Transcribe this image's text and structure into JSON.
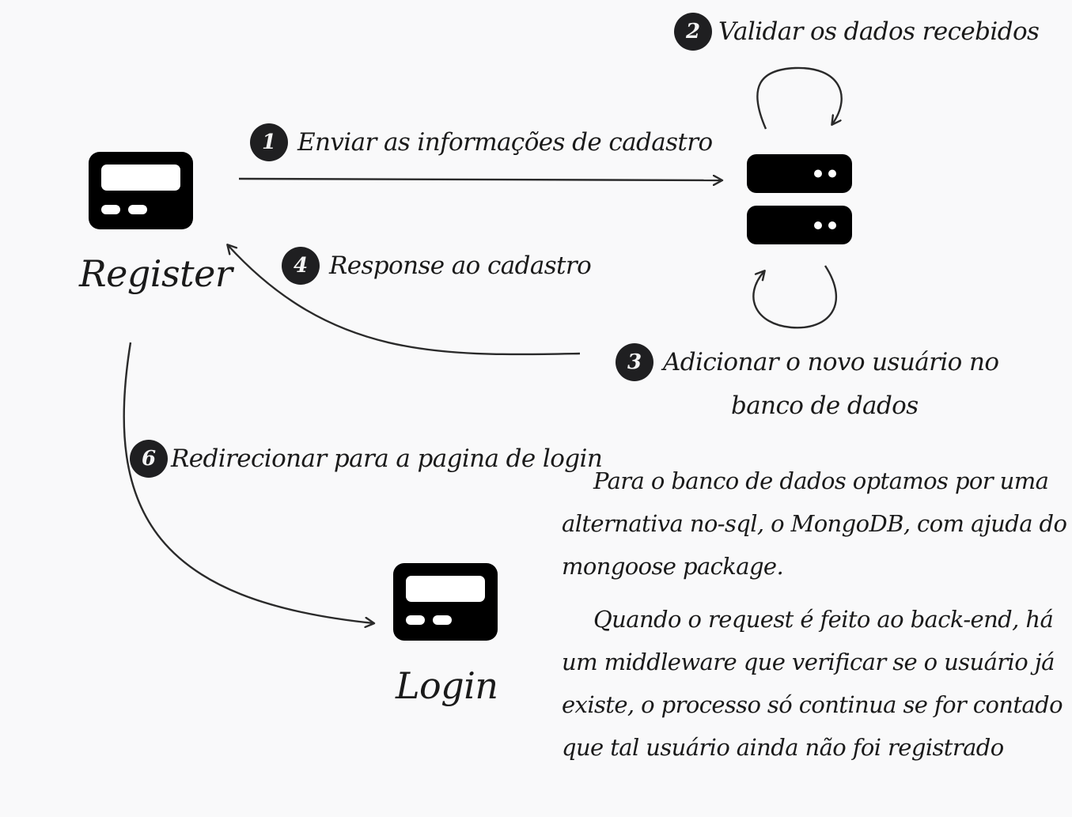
{
  "nodes": {
    "register": {
      "label": "Register",
      "icon": "terminal-icon"
    },
    "login": {
      "label": "Login",
      "icon": "terminal-icon"
    },
    "server": {
      "icon": "server-icon"
    }
  },
  "steps": [
    {
      "number": "1",
      "text": "Enviar as informações de cadastro"
    },
    {
      "number": "2",
      "text": "Validar os dados recebidos"
    },
    {
      "number": "3",
      "line1": "Adicionar o novo usuário no",
      "line2": "banco de dados"
    },
    {
      "number": "4",
      "text": "Response ao cadastro"
    },
    {
      "number": "6",
      "text": "Redirecionar para a pagina de login"
    }
  ],
  "notes": [
    "Para o banco de dados optamos por uma alternativa no-sql, o MongoDB, com ajuda do mongoose package.",
    "Quando o request é feito ao back-end, há um middleware que verificar se o usuário já existe, o processo só continua se for contado que tal usuário ainda não foi registrado"
  ],
  "colors": {
    "ink": "#1f1f21",
    "background": "#f9f9fa",
    "icon_fill": "#000000"
  }
}
